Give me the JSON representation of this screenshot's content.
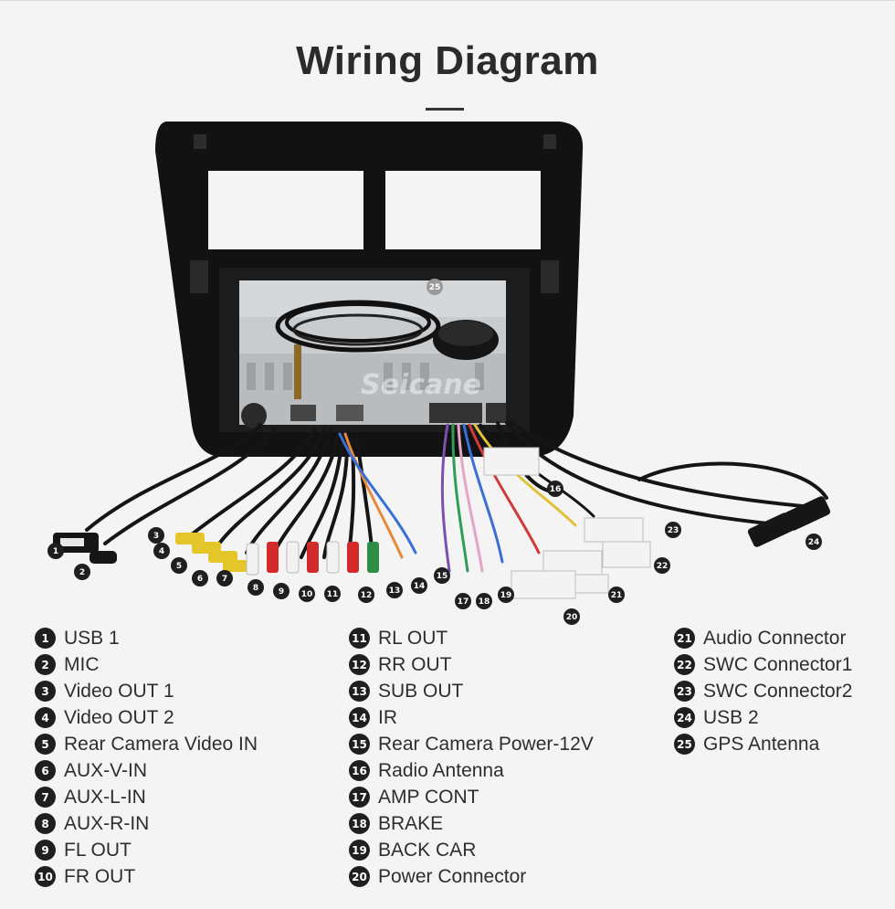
{
  "page": {
    "title": "Wiring Diagram",
    "watermark": "Seicane"
  },
  "callouts": [
    "1",
    "2",
    "3",
    "4",
    "5",
    "6",
    "7",
    "8",
    "9",
    "10",
    "11",
    "12",
    "13",
    "14",
    "15",
    "16",
    "17",
    "18",
    "19",
    "20",
    "21",
    "22",
    "23",
    "24",
    "25"
  ],
  "legend": {
    "col1": [
      {
        "num": "1",
        "label": "USB 1"
      },
      {
        "num": "2",
        "label": "MIC"
      },
      {
        "num": "3",
        "label": "Video OUT 1"
      },
      {
        "num": "4",
        "label": "Video OUT 2"
      },
      {
        "num": "5",
        "label": "Rear Camera Video IN"
      },
      {
        "num": "6",
        "label": "AUX-V-IN"
      },
      {
        "num": "7",
        "label": "AUX-L-IN"
      },
      {
        "num": "8",
        "label": "AUX-R-IN"
      },
      {
        "num": "9",
        "label": "FL OUT"
      },
      {
        "num": "10",
        "label": "FR OUT"
      }
    ],
    "col2": [
      {
        "num": "11",
        "label": "RL OUT"
      },
      {
        "num": "12",
        "label": "RR OUT"
      },
      {
        "num": "13",
        "label": "SUB OUT"
      },
      {
        "num": "14",
        "label": "IR"
      },
      {
        "num": "15",
        "label": "Rear Camera Power-12V"
      },
      {
        "num": "16",
        "label": "Radio Antenna"
      },
      {
        "num": "17",
        "label": "AMP CONT"
      },
      {
        "num": "18",
        "label": "BRAKE"
      },
      {
        "num": "19",
        "label": "BACK CAR"
      },
      {
        "num": "20",
        "label": "Power Connector"
      }
    ],
    "col3": [
      {
        "num": "21",
        "label": "Audio Connector"
      },
      {
        "num": "22",
        "label": "SWC Connector1"
      },
      {
        "num": "23",
        "label": "SWC Connector2"
      },
      {
        "num": "24",
        "label": "USB 2"
      },
      {
        "num": "25",
        "label": "GPS Antenna"
      }
    ]
  }
}
